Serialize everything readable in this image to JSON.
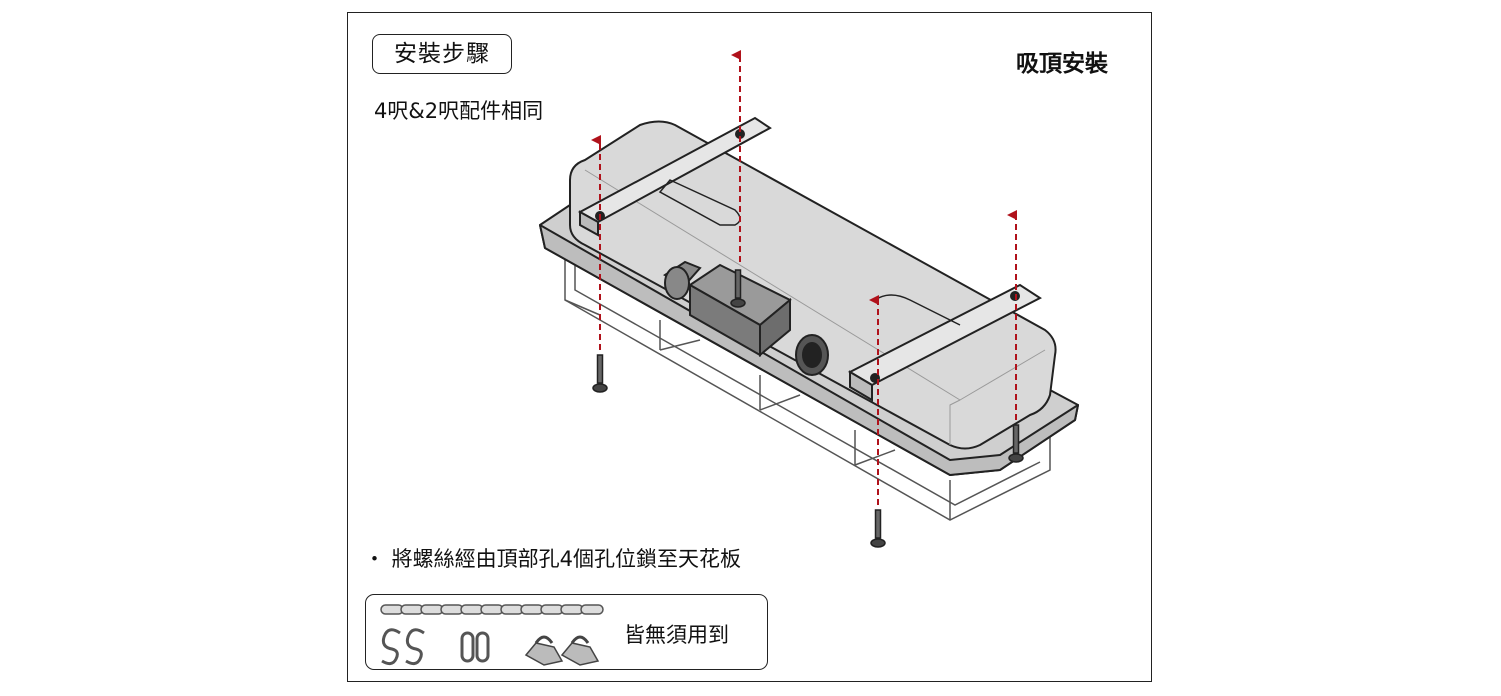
{
  "header": {
    "step_title": "安裝步驟",
    "mount_type": "吸頂安裝",
    "note": "4呎&2呎配件相同"
  },
  "instruction": "・ 將螺絲經由頂部孔4個孔位鎖至天花板",
  "accessories": {
    "note": "皆無須用到",
    "items": [
      "chain-icon",
      "s-hook-icon",
      "link-ring-icon",
      "mounting-bracket-icon"
    ]
  },
  "colors": {
    "arrow": "#b0121b",
    "fixture": "#d9d9d9",
    "outline": "#222222"
  }
}
